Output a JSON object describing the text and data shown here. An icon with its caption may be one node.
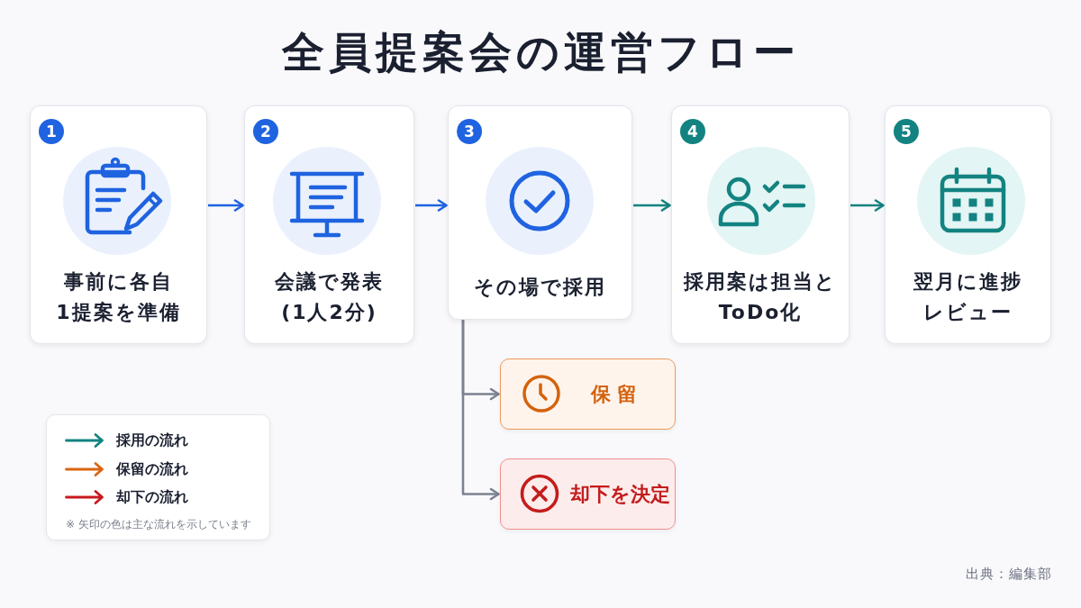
{
  "diagram": {
    "title": "全員提案会の運営フロー",
    "nodes": [
      {
        "text": [
          "1",
          "事前に各自1提案を準備"
        ]
      },
      {
        "text": [
          "2",
          "会議で発表(1人2分)"
        ]
      },
      {
        "text": [
          "3",
          "その場で採用"
        ]
      },
      {
        "text": [
          "4",
          "採用案は担当とToDo化"
        ]
      },
      {
        "text": [
          "5",
          "翌月に進捗レビュー"
        ]
      },
      {
        "text": [
          "保留"
        ]
      },
      {
        "text": [
          "却下を決定"
        ]
      }
    ],
    "edges": [
      {
        "from": 0,
        "to": 1,
        "arrow": "to",
        "color": "#1f63e0"
      },
      {
        "from": 1,
        "to": 2,
        "arrow": "to",
        "color": "#1f63e0"
      },
      {
        "from": 2,
        "to": 3,
        "arrow": "to",
        "color": "#138381"
      },
      {
        "from": 3,
        "to": 4,
        "arrow": "to",
        "color": "#138381"
      },
      {
        "from": 2,
        "to": 5,
        "arrow": "to",
        "color": "#7c8291"
      },
      {
        "from": 2,
        "to": 6,
        "arrow": "to",
        "color": "#7c8291"
      }
    ],
    "labels": [
      "※ 矢印の色は主な流れを示しています",
      "出典：編集部"
    ],
    "legend": [
      {
        "text": "採用の流れ"
      },
      {
        "text": "保留の流れ"
      },
      {
        "text": "却下の流れ"
      }
    ]
  }
}
